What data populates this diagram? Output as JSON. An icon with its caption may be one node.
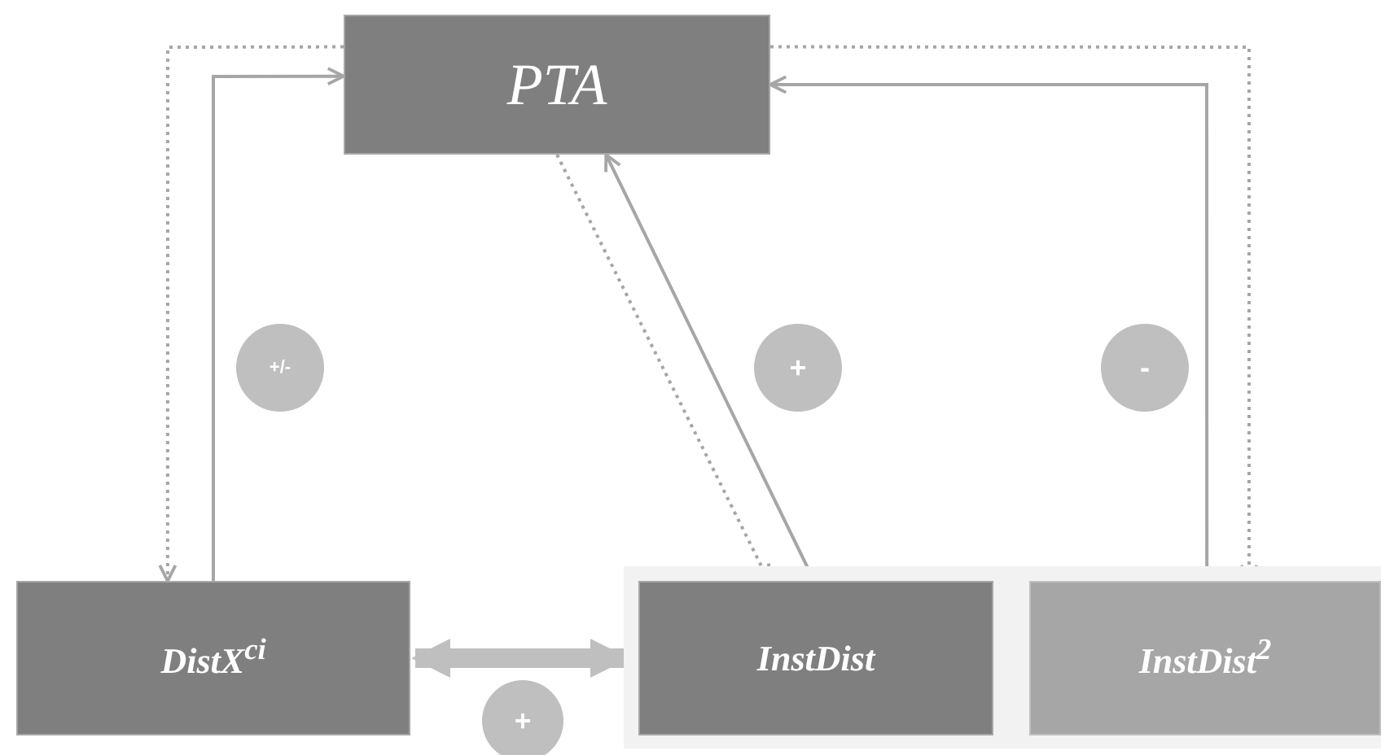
{
  "diagram": {
    "nodes": [
      {
        "text": [
          "PTA"
        ]
      },
      {
        "text": [
          "DistX$^{ci}$"
        ]
      },
      {
        "text": [],
        "shape": "box"
      },
      {
        "text": [
          "InstDist"
        ],
        "in": 2
      },
      {
        "text": [
          "InstDist$^{2}$"
        ],
        "in": 2
      },
      {
        "text": [
          "+/-"
        ]
      },
      {
        "text": [
          "+"
        ]
      },
      {
        "text": [
          "-"
        ]
      },
      {
        "text": [
          "+"
        ]
      }
    ],
    "edges": [
      {
        "from": 1,
        "to": 0,
        "arrow": "to"
      },
      {
        "from": 0,
        "to": 1,
        "arrow": "to",
        "style": "dashed"
      },
      {
        "from": 3,
        "to": 0,
        "arrow": "to"
      },
      {
        "from": 0,
        "to": 3,
        "arrow": "to",
        "style": "dashed"
      },
      {
        "from": 4,
        "to": 0,
        "arrow": "to"
      },
      {
        "from": 0,
        "to": 4,
        "arrow": "to",
        "style": "dashed"
      },
      {
        "from": 1,
        "to": 3,
        "arrow": "both",
        "style": "thick",
        "color": "#bfbfbf"
      }
    ]
  }
}
